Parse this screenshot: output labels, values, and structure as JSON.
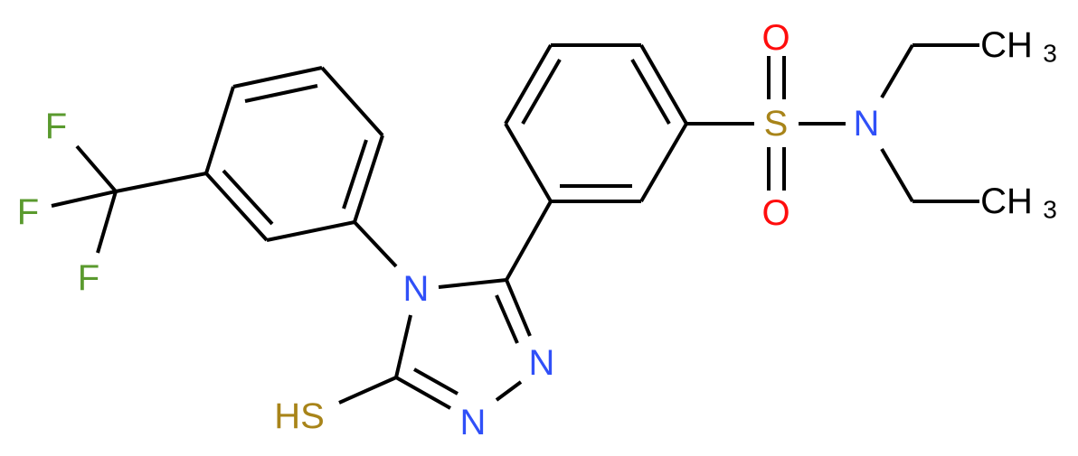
{
  "diagram": {
    "type": "chemical-structure",
    "colors": {
      "bond": "#000000",
      "F": "#5a9a2e",
      "N": "#3050f8",
      "O": "#ff0d0d",
      "S": "#a88419",
      "C": "#000000"
    },
    "atoms": {
      "F1": "F",
      "F2": "F",
      "F3": "F",
      "N_ring4": "N",
      "N_ring2": "N",
      "N_ring1": "N",
      "SH": "HS",
      "S_sulfonyl": "S",
      "O_top": "O",
      "O_bottom": "O",
      "N_amide": "N",
      "CH3_top_main": "CH",
      "CH3_top_sub": "3",
      "CH3_bottom_main": "CH",
      "CH3_bottom_sub": "3"
    }
  }
}
